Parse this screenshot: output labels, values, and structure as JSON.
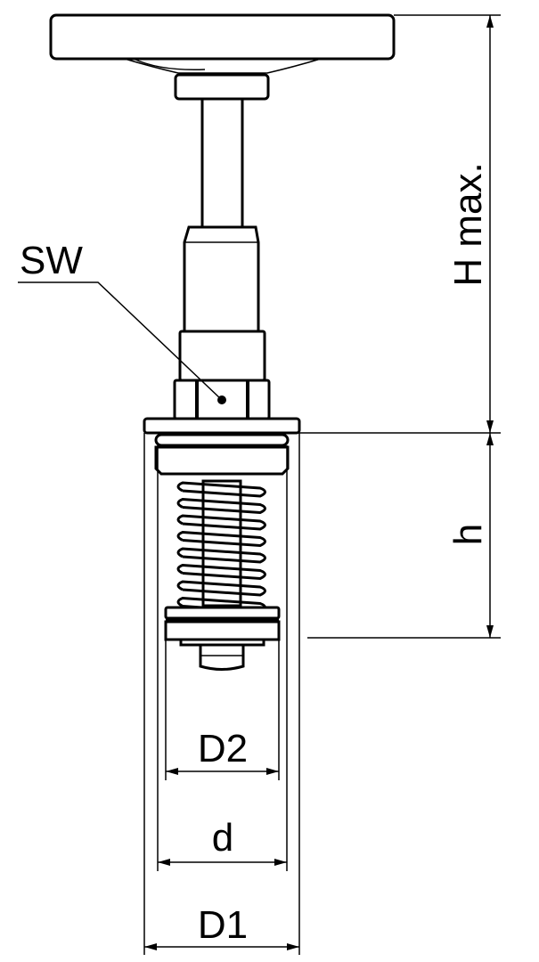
{
  "labels": {
    "sw": "SW",
    "h_max": "H max.",
    "h": "h",
    "d2": "D2",
    "d": "d",
    "d1": "D1"
  },
  "colors": {
    "line": "#000000",
    "background": "#ffffff"
  }
}
